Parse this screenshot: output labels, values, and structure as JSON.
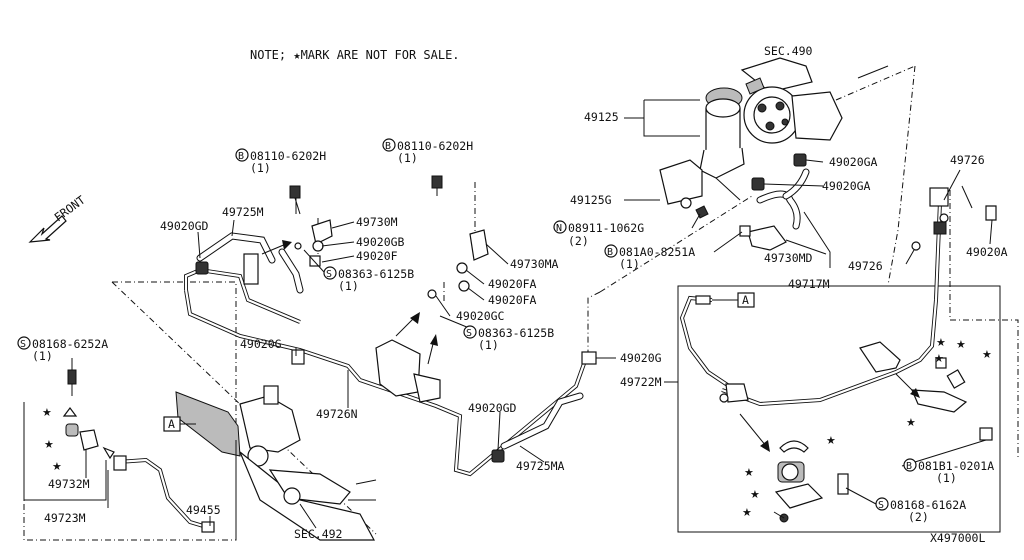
{
  "note": "NOTE; ★MARK ARE NOT FOR SALE.",
  "front_label": "FRONT",
  "diagram_code": "X497000L",
  "parts": {
    "sec490": "SEC.490",
    "sec492": "SEC.492",
    "p49125": "49125",
    "p49125g": "49125G",
    "p08911": "08911-1062G",
    "p08911_qty": "(2)",
    "p081a0": "081A0-8251A",
    "p081a0_qty": "(1)",
    "p49730md": "49730MD",
    "p49717m": "49717M",
    "p49020ga_1": "49020GA",
    "p49020ga_2": "49020GA",
    "p49726_top": "49726",
    "p49726_right": "49726",
    "p49020a": "49020A",
    "p08110_left": "08110-6202H",
    "p08110_left_qty": "(1)",
    "p08110_mid": "08110-6202H",
    "p08110_mid_qty": "(1)",
    "p49725m": "49725M",
    "p49020gd_top": "49020GD",
    "p49730m": "49730M",
    "p49020gb": "49020GB",
    "p49020f": "49020F",
    "p08363_left": "08363-6125B",
    "p08363_left_qty": "(1)",
    "p49730ma": "49730MA",
    "p49020fa_1": "49020FA",
    "p49020fa_2": "49020FA",
    "p49020gc": "49020GC",
    "p08363_mid": "08363-6125B",
    "p08363_mid_qty": "(1)",
    "p08168_left": "08168-6252A",
    "p08168_left_qty": "(1)",
    "p49020g_left": "49020G",
    "p49726n": "49726N",
    "p49020g_mid": "49020G",
    "p49722m": "49722M",
    "p49020gd_bot": "49020GD",
    "p49725ma": "49725MA",
    "p49732m": "49732M",
    "p49723m": "49723M",
    "p49455": "49455",
    "p081b1": "081B1-0201A",
    "p081b1_qty": "(1)",
    "p08168_right": "08168-6162A",
    "p08168_right_qty": "(2)"
  },
  "callouts": {
    "a_left": "A",
    "a_right": "A"
  },
  "prefix": {
    "b": "B",
    "s": "S",
    "n": "N"
  }
}
